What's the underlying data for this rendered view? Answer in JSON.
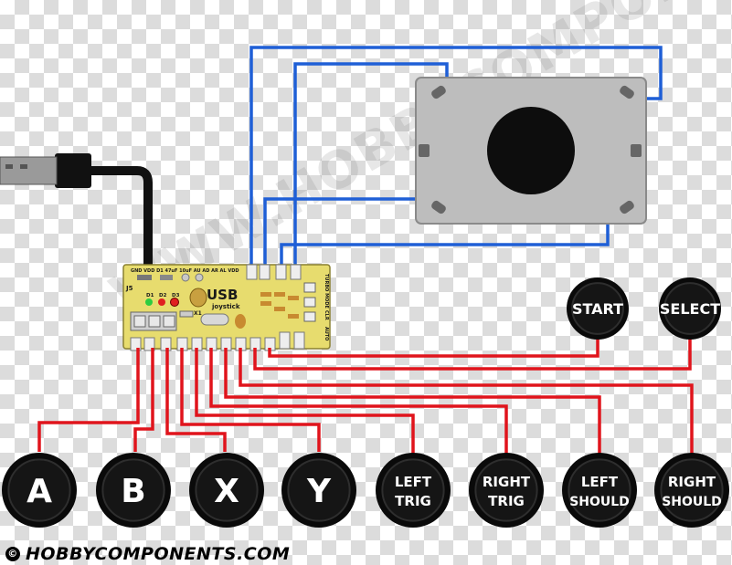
{
  "board": {
    "title": "USB",
    "subtitle": "joystick",
    "header_pins": "GND   VDD  D1  47uF  10uF  AU AD AR AL VDD",
    "led_labels": [
      "D1",
      "D2",
      "D3"
    ],
    "crystal_label": "X1",
    "connector_label": "J5",
    "mode_labels": [
      "TURBO MODE",
      "CLR",
      "AUTO"
    ]
  },
  "buttons": [
    {
      "label": "A"
    },
    {
      "label": "B"
    },
    {
      "label": "X"
    },
    {
      "label": "Y"
    },
    {
      "label": "LEFT",
      "label2": "TRIG"
    },
    {
      "label": "RIGHT",
      "label2": "TRIG"
    },
    {
      "label": "LEFT",
      "label2": "SHOULD"
    },
    {
      "label": "RIGHT",
      "label2": "SHOULD"
    },
    {
      "label": "START"
    },
    {
      "label": "SELECT"
    }
  ],
  "footer": {
    "copyright_symbol": "©",
    "text": "HOBBYCOMPONENTS.COM"
  },
  "watermark": "WWW.HOBBYCOMPONENTS.COM",
  "colors": {
    "wire_red": "#e0141c",
    "wire_blue": "#1f5fd6",
    "cable": "#111111",
    "pcb": "#e7dc6e",
    "joystick_plate": "#bdbdbd",
    "button_fill": "#151515"
  }
}
